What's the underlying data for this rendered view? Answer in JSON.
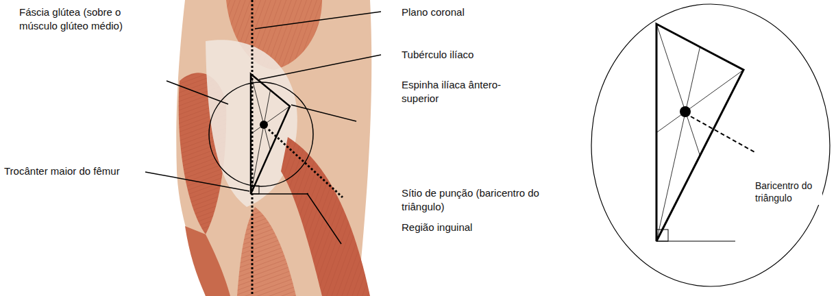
{
  "diagram": {
    "labels": [
      "Fáscia glútea (sobre o músculo glúteo médio)",
      "Plano coronal",
      "Tubérculo ilíaco",
      "Espinha ilíaca ântero-superior",
      "Trocânter maior do fêmur",
      "Sítio de punção (baricentro do triângulo)",
      "Região inguinal",
      "Baricentro do triângulo"
    ]
  }
}
